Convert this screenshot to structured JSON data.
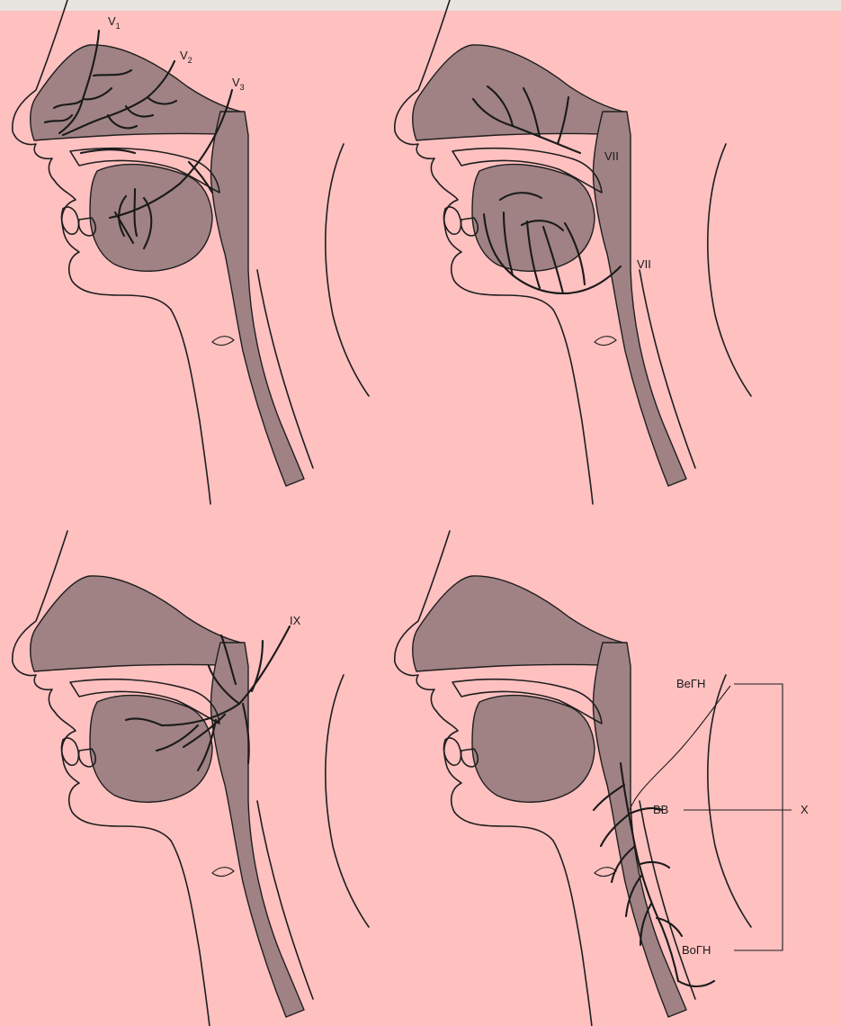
{
  "colors": {
    "background": "#ffc0c0",
    "topband": "#e8e4e0",
    "shading": "#a08284",
    "ink": "#1e1e1e"
  },
  "panels": {
    "top_left": {
      "labels": {
        "v1": "V",
        "v1_sub": "1",
        "v2": "V",
        "v2_sub": "2",
        "v3": "V",
        "v3_sub": "3"
      }
    },
    "top_right": {
      "labels": {
        "vii_upper": "VII",
        "vii_lower": "VII"
      }
    },
    "bottom_left": {
      "labels": {
        "ix": "IX"
      }
    },
    "bottom_right": {
      "labels": {
        "vegn": "ВеГН",
        "vv": "ВВ",
        "vogn": "ВоГН",
        "x": "X"
      }
    }
  }
}
